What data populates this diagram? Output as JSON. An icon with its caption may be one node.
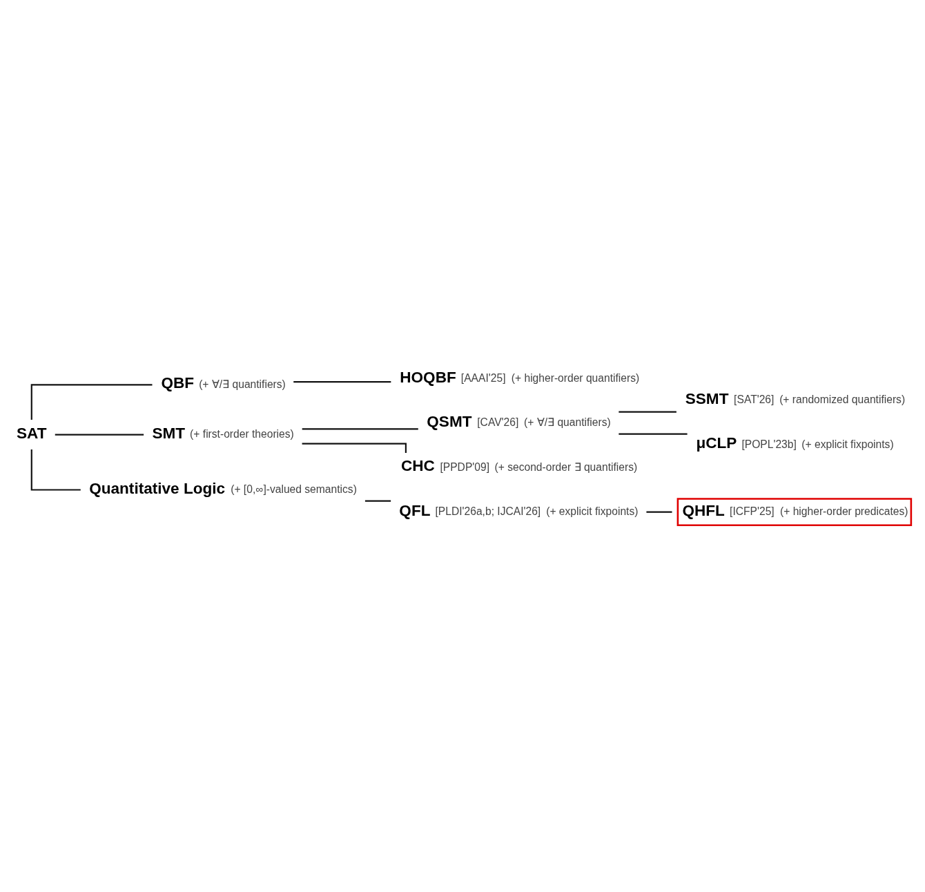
{
  "diagram": {
    "nodes": [
      {
        "text": [
          "SAT"
        ]
      },
      {
        "text": [
          "QBF"
        ],
        "beside": [
          "(+ ∀/∃ quantifiers)"
        ]
      },
      {
        "text": [
          "HOQBF"
        ],
        "beside": [
          "[AAAI'25]",
          "(+ higher-order quantifiers)"
        ]
      },
      {
        "text": [
          "SMT"
        ],
        "beside": [
          "(+ first-order theories)"
        ]
      },
      {
        "text": [
          "QSMT"
        ],
        "beside": [
          "[CAV'26]",
          "(+ ∀/∃ quantifiers)"
        ]
      },
      {
        "text": [
          "SSMT"
        ],
        "beside": [
          "[SAT'26]",
          "(+ randomized quantifiers)"
        ]
      },
      {
        "text": [
          "μCLP"
        ],
        "beside": [
          "[POPL'23b]",
          "(+ explicit fixpoints)"
        ]
      },
      {
        "text": [
          "CHC"
        ],
        "beside": [
          "[PPDP'09]",
          "(+ second-order ∃ quantifiers)"
        ]
      },
      {
        "text": [
          "Quantitative Logic"
        ],
        "beside": [
          "(+ [0,∞]-valued semantics)"
        ]
      },
      {
        "text": [
          "QFL"
        ],
        "beside": [
          "[PLDI'26a,b; IJCAI'26]",
          "(+ explicit fixpoints)"
        ]
      },
      {
        "text": [
          "QHFL",
          "[ICFP'25]",
          "(+ higher-order predicates)"
        ]
      }
    ],
    "edges": [
      {
        "from": 0,
        "to": 1,
        "arrow": "none"
      },
      {
        "from": 1,
        "to": 2,
        "arrow": "none"
      },
      {
        "from": 0,
        "to": 3,
        "arrow": "none"
      },
      {
        "from": 3,
        "to": 4,
        "arrow": "none"
      },
      {
        "from": 4,
        "to": 5,
        "arrow": "none"
      },
      {
        "from": 4,
        "to": 6,
        "arrow": "none"
      },
      {
        "from": 3,
        "to": 7,
        "arrow": "none"
      },
      {
        "from": 0,
        "to": 8,
        "arrow": "none"
      },
      {
        "from": 8,
        "to": 9,
        "arrow": "none"
      },
      {
        "from": 9,
        "to": 10,
        "arrow": "none"
      }
    ]
  }
}
